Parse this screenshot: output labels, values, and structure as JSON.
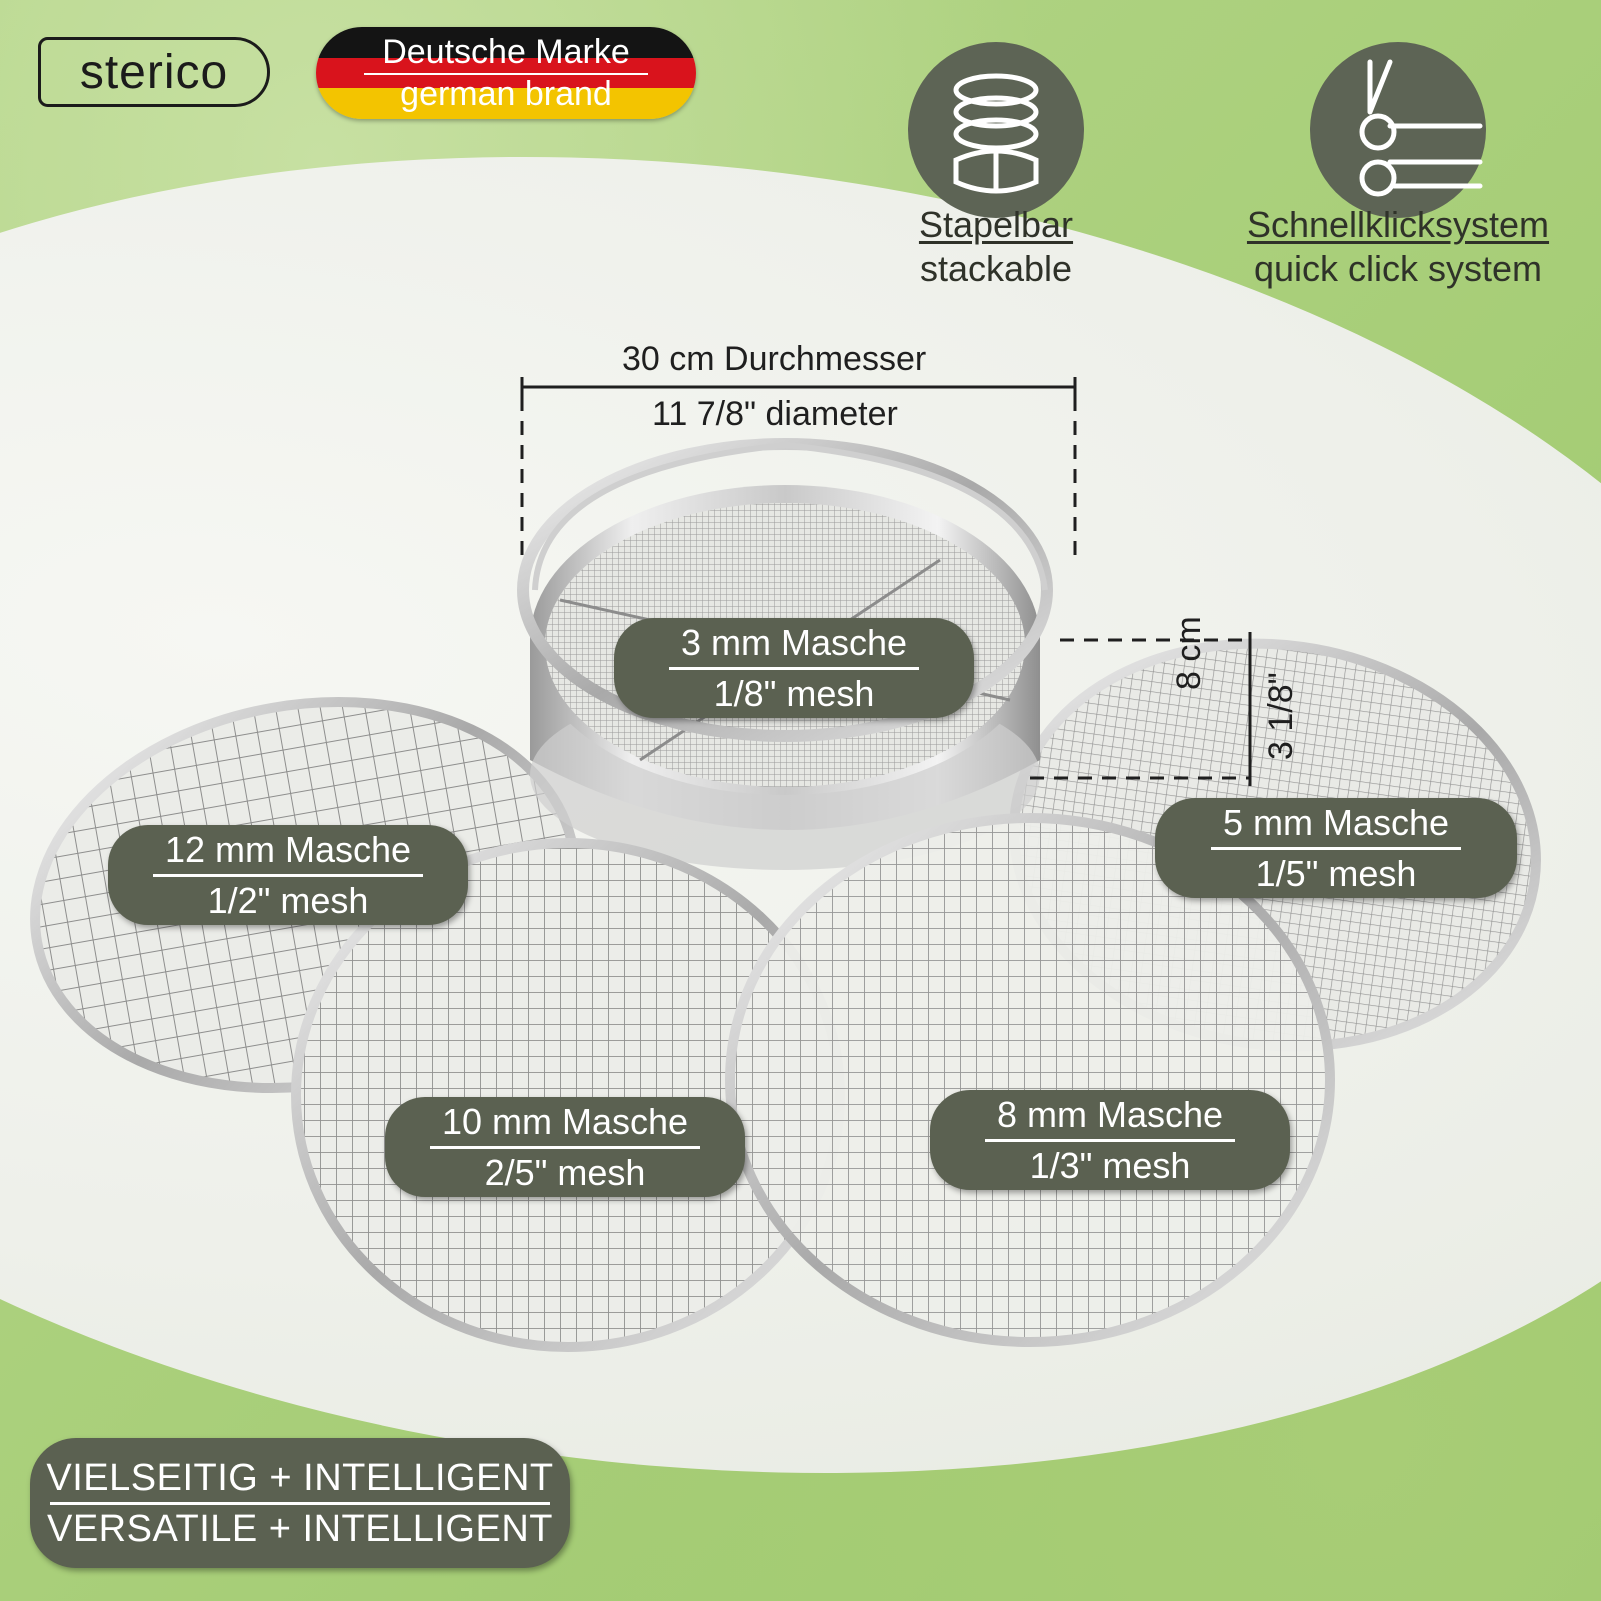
{
  "brand": {
    "logo_text": "sterico",
    "badge_line1": "Deutsche Marke",
    "badge_line2": "german brand",
    "flag_colors": [
      "#141414",
      "#d9131c",
      "#f3c400"
    ]
  },
  "features": [
    {
      "icon": "stacked-sieves-icon",
      "label_de": "Stapelbar",
      "label_en": "stackable"
    },
    {
      "icon": "click-connector-icon",
      "label_de": "Schnellklicksystem",
      "label_en": "quick click system"
    }
  ],
  "dimensions": {
    "diameter_de": "30 cm Durchmesser",
    "diameter_en": "11 7/8\" diameter",
    "height_cm": "8 cm",
    "height_in": "3 1/8\""
  },
  "meshes": [
    {
      "de": "3 mm Masche",
      "en": "1/8\" mesh"
    },
    {
      "de": "5 mm Masche",
      "en": "1/5\" mesh"
    },
    {
      "de": "12 mm Masche",
      "en": "1/2\" mesh"
    },
    {
      "de": "10 mm Masche",
      "en": "2/5\" mesh"
    },
    {
      "de": "8 mm Masche",
      "en": "1/3\" mesh"
    }
  ],
  "footer": {
    "line1": "VIELSEITIG + INTELLIGENT",
    "line2": "VERSATILE + INTELLIGENT"
  },
  "colors": {
    "pill": "#5b6151",
    "icon_circle": "#5d6455",
    "background_green": "#b5d68a"
  }
}
